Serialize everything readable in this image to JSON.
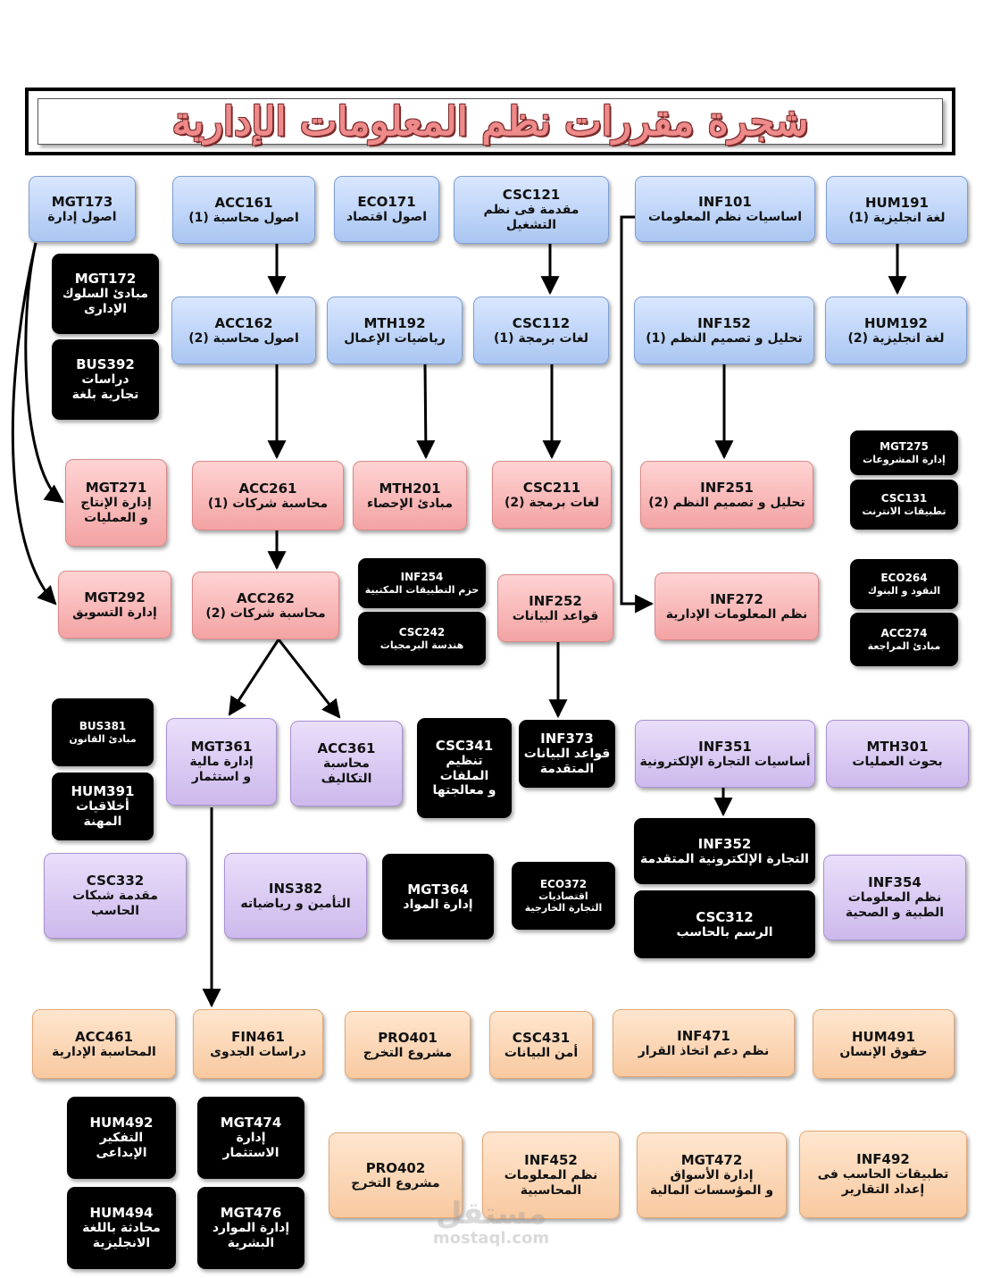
{
  "title": "شجرة مقررات نظم المعلومات الإدارية",
  "watermark": {
    "arabic": "مستقل",
    "latin": "mostaql.com"
  },
  "colors": {
    "year1": "#aac6f2",
    "year2": "#f3a3a3",
    "year3": "#cdb9ec",
    "year4": "#f8c9a0",
    "elective": "#000000",
    "title": "#ee8a8a"
  },
  "courses": [
    {
      "id": "MGT173",
      "name": "اصول إدارة",
      "color": "blue"
    },
    {
      "id": "ACC161",
      "name": "اصول محاسبة (1)",
      "color": "blue"
    },
    {
      "id": "ECO171",
      "name": "اصول اقتصاد",
      "color": "blue"
    },
    {
      "id": "CSC121",
      "name": "مقدمة فى نظم التشغيل",
      "color": "blue"
    },
    {
      "id": "INF101",
      "name": "اساسيات نظم المعلومات",
      "color": "blue"
    },
    {
      "id": "HUM191",
      "name": "لغة انجليزية (1)",
      "color": "blue"
    },
    {
      "id": "MGT172",
      "name": "مبادئ السلوك\nالإدارى",
      "color": "black"
    },
    {
      "id": "BUS392",
      "name": "دراسات\nتجارية بلغة",
      "color": "black"
    },
    {
      "id": "ACC162",
      "name": "اصول محاسبة (2)",
      "color": "blue"
    },
    {
      "id": "MTH192",
      "name": "رياضيات الإعمال",
      "color": "blue"
    },
    {
      "id": "CSC112",
      "name": "لغات برمجة (1)",
      "color": "blue"
    },
    {
      "id": "INF152",
      "name": "تحليل و تصميم النظم (1)",
      "color": "blue"
    },
    {
      "id": "HUM192",
      "name": "لغة انجليزية (2)",
      "color": "blue"
    },
    {
      "id": "MGT271",
      "name": "إدارة الإنتاج\nو العمليات",
      "color": "pink"
    },
    {
      "id": "ACC261",
      "name": "محاسبة شركات (1)",
      "color": "pink"
    },
    {
      "id": "MTH201",
      "name": "مبادئ الإحصاء",
      "color": "pink"
    },
    {
      "id": "CSC211",
      "name": "لغات برمجة (2)",
      "color": "pink"
    },
    {
      "id": "INF251",
      "name": "تحليل و تصميم النظم (2)",
      "color": "pink"
    },
    {
      "id": "MGT275",
      "name": "إدارة المشروعات",
      "color": "black"
    },
    {
      "id": "CSC131",
      "name": "تطبيقات الانترنت",
      "color": "black"
    },
    {
      "id": "MGT292",
      "name": "إدارة التسويق",
      "color": "pink"
    },
    {
      "id": "ACC262",
      "name": "محاسبة شركات (2)",
      "color": "pink"
    },
    {
      "id": "INF254",
      "name": "حزم التطبيقات المكتبية",
      "color": "black"
    },
    {
      "id": "CSC242",
      "name": "هندسة البرمجيات",
      "color": "black"
    },
    {
      "id": "INF252",
      "name": "قواعد البيانات",
      "color": "pink"
    },
    {
      "id": "INF272",
      "name": "نظم المعلومات الإدارية",
      "color": "pink"
    },
    {
      "id": "ECO264",
      "name": "النقود و البنوك",
      "color": "black"
    },
    {
      "id": "ACC274",
      "name": "مبادئ المراجعة",
      "color": "black"
    },
    {
      "id": "BUS381",
      "name": "مبادئ القانون",
      "color": "black"
    },
    {
      "id": "HUM391",
      "name": "أخلاقيات\nالمهنة",
      "color": "black"
    },
    {
      "id": "MGT361",
      "name": "إدارة مالية\nو استثمار",
      "color": "purple"
    },
    {
      "id": "ACC361",
      "name": "محاسبة\nالتكاليف",
      "color": "purple"
    },
    {
      "id": "CSC341",
      "name": "تنظيم\nالملفات\nو معالجتها",
      "color": "black"
    },
    {
      "id": "INF373",
      "name": "قواعد البيانات\nالمتقدمة",
      "color": "black"
    },
    {
      "id": "INF351",
      "name": "أساسيات التجارة الإلكترونية",
      "color": "purple"
    },
    {
      "id": "MTH301",
      "name": "بحوث العمليات",
      "color": "purple"
    },
    {
      "id": "INF352",
      "name": "التجارة الإلكترونية المتقدمة",
      "color": "black"
    },
    {
      "id": "CSC332",
      "name": "مقدمة شبكات\nالحاسب",
      "color": "purple"
    },
    {
      "id": "INS382",
      "name": "التأمين و رياضياته",
      "color": "purple"
    },
    {
      "id": "MGT364",
      "name": "إدارة المواد",
      "color": "black"
    },
    {
      "id": "ECO372",
      "name": "اقتصاديات\nالتجارة الخارجية",
      "color": "black"
    },
    {
      "id": "CSC312",
      "name": "الرسم بالحاسب",
      "color": "black"
    },
    {
      "id": "INF354",
      "name": "نظم المعلومات\nالطبية و الصحية",
      "color": "purple"
    },
    {
      "id": "ACC461",
      "name": "المحاسبة الإدارية",
      "color": "orange"
    },
    {
      "id": "FIN461",
      "name": "دراسات الجدوى",
      "color": "orange"
    },
    {
      "id": "PRO401",
      "name": "مشروع التخرج",
      "color": "orange"
    },
    {
      "id": "CSC431",
      "name": "أمن البيانات",
      "color": "orange"
    },
    {
      "id": "INF471",
      "name": "نظم دعم اتخاذ القرار",
      "color": "orange"
    },
    {
      "id": "HUM491",
      "name": "حقوق الإنسان",
      "color": "orange"
    },
    {
      "id": "HUM492",
      "name": "التفكير\nالإبداعى",
      "color": "black"
    },
    {
      "id": "MGT474",
      "name": "إدارة\nالاستثمار",
      "color": "black"
    },
    {
      "id": "PRO402",
      "name": "مشروع التخرج",
      "color": "orange"
    },
    {
      "id": "INF452",
      "name": "نظم المعلومات\nالمحاسبية",
      "color": "orange"
    },
    {
      "id": "MGT472",
      "name": "إدارة الأسواق\nو المؤسسات المالية",
      "color": "orange"
    },
    {
      "id": "INF492",
      "name": "تطبيقات الحاسب فى\nإعداد التقارير",
      "color": "orange"
    },
    {
      "id": "HUM494",
      "name": "محادثة باللغة\nالانجليزية",
      "color": "black"
    },
    {
      "id": "MGT476",
      "name": "إدارة الموارد\nالبشرية",
      "color": "black"
    }
  ],
  "prerequisites": [
    {
      "from": "ACC161",
      "to": "ACC162"
    },
    {
      "from": "CSC121",
      "to": "CSC112"
    },
    {
      "from": "HUM191",
      "to": "HUM192"
    },
    {
      "from": "ACC162",
      "to": "ACC261"
    },
    {
      "from": "MTH192",
      "to": "MTH201"
    },
    {
      "from": "CSC112",
      "to": "CSC211"
    },
    {
      "from": "INF152",
      "to": "INF251"
    },
    {
      "from": "MGT173",
      "to": "MGT271"
    },
    {
      "from": "MGT173",
      "to": "MGT292"
    },
    {
      "from": "ACC261",
      "to": "ACC262"
    },
    {
      "from": "INF101",
      "to": "INF272"
    },
    {
      "from": "ACC262",
      "to": "MGT361"
    },
    {
      "from": "ACC262",
      "to": "ACC361"
    },
    {
      "from": "INF252",
      "to": "INF373"
    },
    {
      "from": "INF351",
      "to": "INF352"
    },
    {
      "from": "MGT361",
      "to": "FIN461"
    }
  ]
}
